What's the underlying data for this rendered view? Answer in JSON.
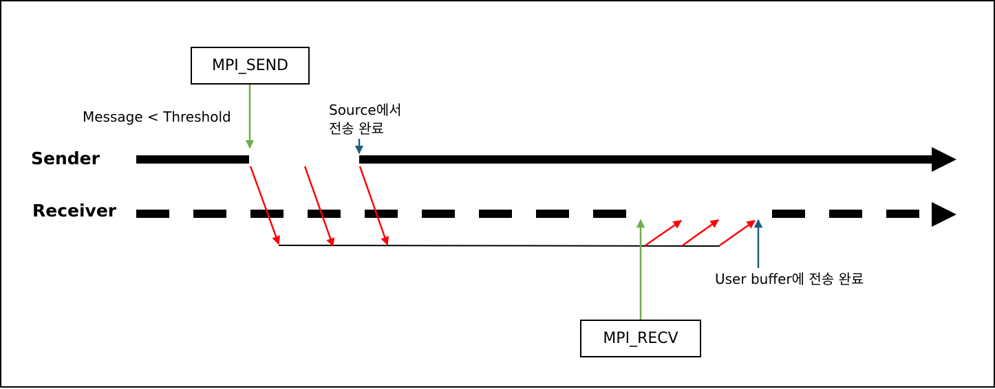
{
  "lanes": {
    "sender": "Sender",
    "receiver": "Receiver"
  },
  "boxes": {
    "send": "MPI_SEND",
    "recv": "MPI_RECV"
  },
  "notes": {
    "threshold": "Message  <  Threshold",
    "source_line1": "Source에서",
    "source_line2": "전송 완료",
    "user_buffer": "User buffer에 전송 완료"
  },
  "colors": {
    "timeline": "#000000",
    "message_arrow": "#ff0000",
    "call_arrow": "#70ad47",
    "completion_arrow": "#1f5c7a"
  }
}
